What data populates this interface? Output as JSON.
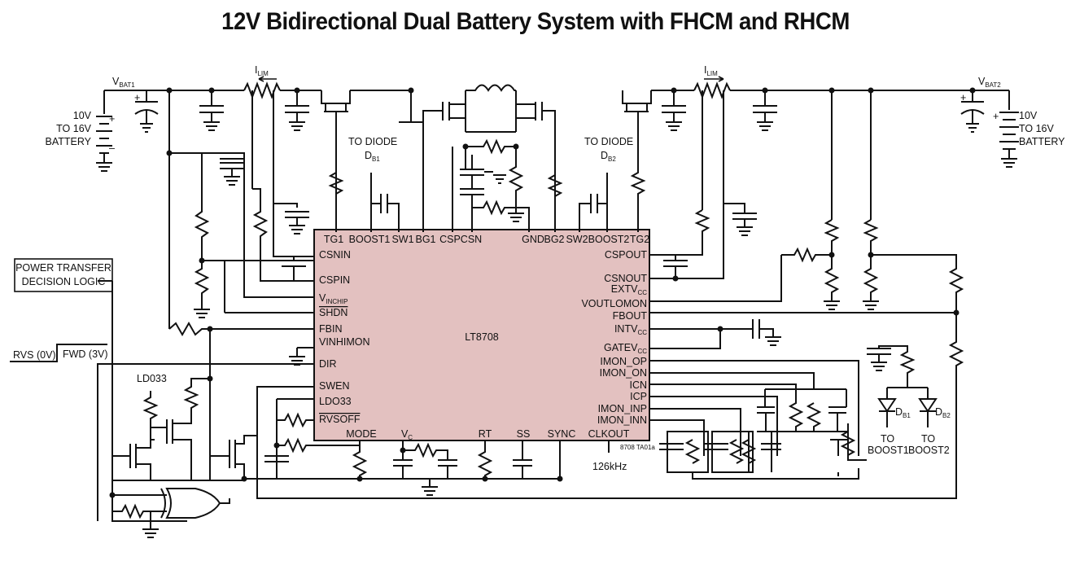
{
  "title": "12V Bidirectional Dual Battery System with FHCM and RHCM",
  "ic": {
    "name": "LT8708",
    "top_pins": [
      "TG1",
      "BOOST1",
      "SW1",
      "BG1",
      "CSP",
      "CSN",
      "GND",
      "BG2",
      "SW2",
      "BOOST2",
      "TG2"
    ],
    "left_pins": [
      {
        "main": "CSNIN",
        "sub": "",
        "overline": false
      },
      {
        "main": "CSPIN",
        "sub": "",
        "overline": false
      },
      {
        "main": "V",
        "sub": "INCHIP",
        "overline": false
      },
      {
        "main": "SHDN",
        "sub": "",
        "overline": true
      },
      {
        "main": "FBIN",
        "sub": "",
        "overline": false
      },
      {
        "main": "VINHIMON",
        "sub": "",
        "overline": false
      },
      {
        "main": "DIR",
        "sub": "",
        "overline": false
      },
      {
        "main": "SWEN",
        "sub": "",
        "overline": false
      },
      {
        "main": "LDO33",
        "sub": "",
        "overline": false
      },
      {
        "main": "RVSOFF",
        "sub": "",
        "overline": true
      }
    ],
    "right_pins": [
      {
        "main": "CSPOUT",
        "sub": ""
      },
      {
        "main": "CSNOUT",
        "sub": ""
      },
      {
        "main": "EXTV",
        "sub": "CC"
      },
      {
        "main": "VOUTLOMON",
        "sub": ""
      },
      {
        "main": "FBOUT",
        "sub": ""
      },
      {
        "main": "INTV",
        "sub": "CC"
      },
      {
        "main": "GATEV",
        "sub": "CC"
      },
      {
        "main": "IMON_OP",
        "sub": ""
      },
      {
        "main": "IMON_ON",
        "sub": ""
      },
      {
        "main": "ICN",
        "sub": ""
      },
      {
        "main": "ICP",
        "sub": ""
      },
      {
        "main": "IMON_INP",
        "sub": ""
      },
      {
        "main": "IMON_INN",
        "sub": ""
      }
    ],
    "bottom_pins": [
      {
        "main": "MODE",
        "sub": ""
      },
      {
        "main": "V",
        "sub": "C"
      },
      {
        "main": "RT",
        "sub": ""
      },
      {
        "main": "SS",
        "sub": ""
      },
      {
        "main": "SYNC",
        "sub": ""
      },
      {
        "main": "CLKOUT",
        "sub": ""
      }
    ],
    "fill_color": "#e3c1c0"
  },
  "labels": {
    "vbat1_main": "V",
    "vbat1_sub": "BAT1",
    "vbat2_main": "V",
    "vbat2_sub": "BAT2",
    "ilim_left_main": "I",
    "ilim_left_sub": "LIM",
    "ilim_right_main": "I",
    "ilim_right_sub": "LIM",
    "bat1_line1": "10V",
    "bat1_line2": "TO 16V",
    "bat1_line3": "BATTERY",
    "bat2_line1": "10V",
    "bat2_line2": "TO 16V",
    "bat2_line3": "BATTERY",
    "to_diode_1": "TO DIODE",
    "db1_main": "D",
    "db1_sub": "B1",
    "to_diode_2": "TO DIODE",
    "db2_main": "D",
    "db2_sub": "B2",
    "power_transfer_1": "POWER TRANSFER",
    "power_transfer_2": "DECISION LOGIC",
    "rvs": "RVS (0V)",
    "fwd": "FWD (3V)",
    "ldo33": "LD033",
    "freq": "126kHz",
    "fig_code": "8708 TA01a",
    "diode1_main": "D",
    "diode1_sub": "B1",
    "diode2_main": "D",
    "diode2_sub": "B2",
    "to_boost1_a": "TO",
    "to_boost1_b": "BOOST1",
    "to_boost2_a": "TO",
    "to_boost2_b": "BOOST2",
    "plus": "+",
    "minus": "–"
  }
}
